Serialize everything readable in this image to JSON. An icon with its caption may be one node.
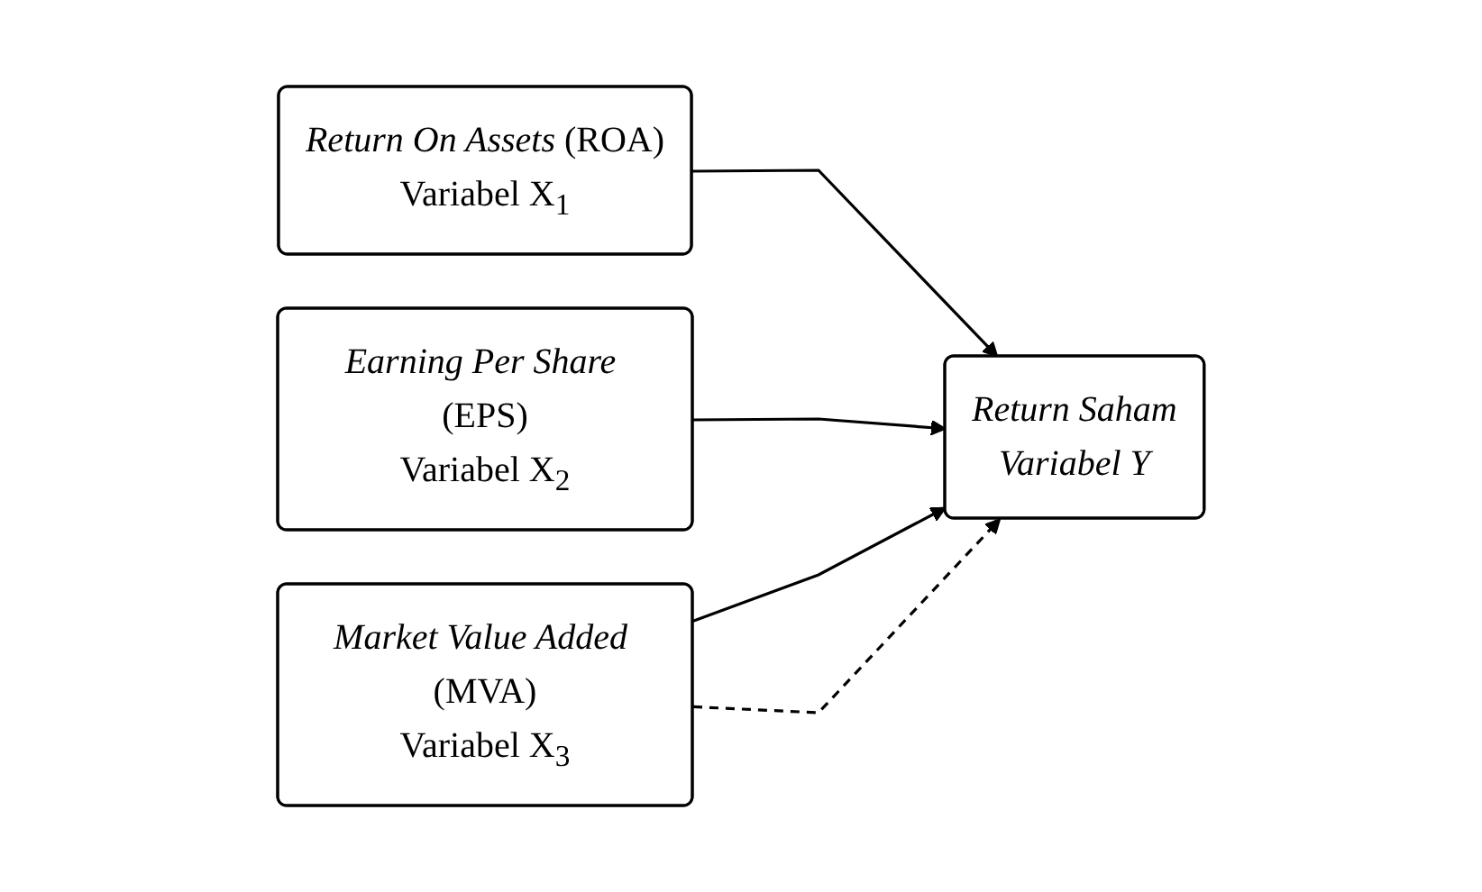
{
  "diagram": {
    "nodes": [
      {
        "text": [
          "*Return On Assets* (ROA)",
          "Variabel X$_{1}$"
        ]
      },
      {
        "text": [
          "*Earning Per Share* (EPS)",
          "Variabel X$_{2}$"
        ]
      },
      {
        "text": [
          "*Market Value Added* (MVA)",
          "Variabel X$_{3}$"
        ]
      },
      {
        "text": [
          "Return Saham",
          "Variabel Y"
        ]
      }
    ],
    "edges": [
      {
        "from": 0,
        "to": 3,
        "arrow": "to"
      },
      {
        "from": 1,
        "to": 3,
        "arrow": "to"
      },
      {
        "from": 2,
        "to": 3,
        "arrow": "to"
      },
      {
        "from": 2,
        "to": 3,
        "arrow": "to",
        "style": "dashed"
      }
    ]
  }
}
